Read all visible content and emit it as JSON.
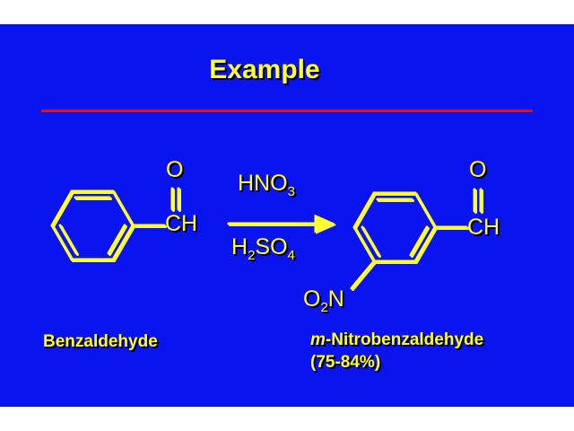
{
  "slide": {
    "title": "Example",
    "colors": {
      "background": "#0a14f0",
      "text": "#ffff33",
      "rule": "#e0101a"
    }
  },
  "reactant": {
    "oxygen": "O",
    "ch": "CH",
    "name": "Benzaldehyde"
  },
  "reagents": {
    "top_main": "HNO",
    "top_sub": "3",
    "bottom_h": "H",
    "bottom_h_sub": "2",
    "bottom_so": "SO",
    "bottom_so_sub": "4"
  },
  "product": {
    "oxygen": "O",
    "ch": "CH",
    "nitro_o": "O",
    "nitro_sub": "2",
    "nitro_n": "N",
    "name_prefix": "m",
    "name_rest": "-Nitrobenzaldehyde",
    "yield": "(75-84%)"
  }
}
